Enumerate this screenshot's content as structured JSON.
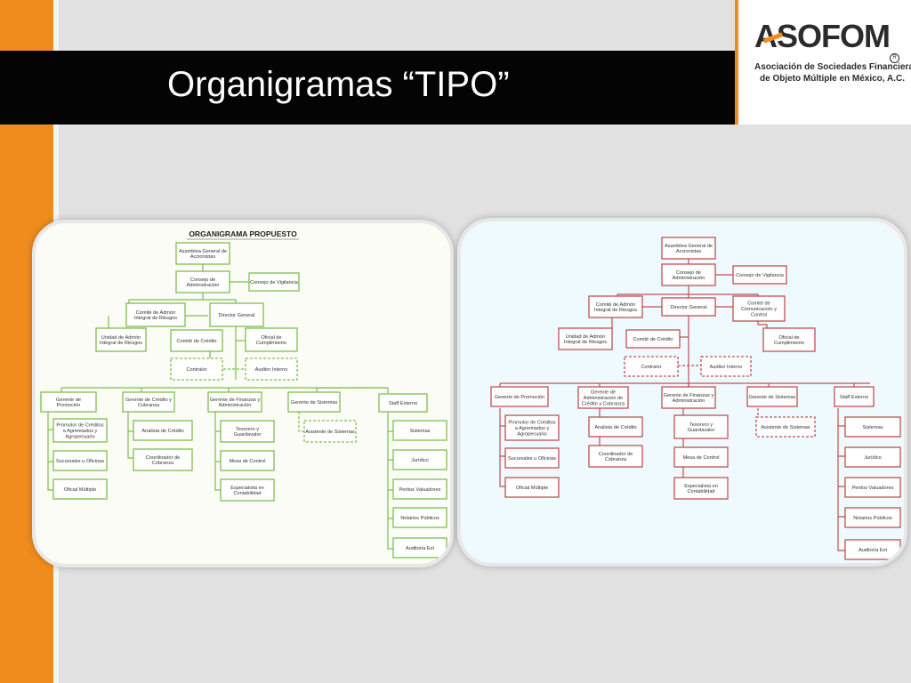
{
  "slide": {
    "title": "Organigramas “TIPO”"
  },
  "logo": {
    "word": "ASOFOM",
    "line1": "Asociación de Sociedades Financieras",
    "line2": "de Objeto Múltiple en México, A.C.",
    "registered": "R"
  },
  "colors": {
    "accent": "#f08c1e",
    "title_bar": "#040404",
    "left_line": "#7cbf4a",
    "right_line": "#c0504d"
  },
  "left_chart": {
    "heading": "ORGANIGRAMA PROPUESTO",
    "asamblea": [
      "Asamblea General de",
      "Accionistas"
    ],
    "consejo_admin": [
      "Consejo de",
      "Administración"
    ],
    "consejo_vigilancia": "Consejo de Vigilancia",
    "comite_admin": [
      "Comité de Admón",
      "Integral de Riesgos"
    ],
    "director": "Director General",
    "unidad": [
      "Unidad de Admón",
      "Integral de Riesgos"
    ],
    "comite_credito": "Comité de Crédito",
    "oficial": [
      "Oficial de",
      "Cumplimiento"
    ],
    "contralor": "Contralor",
    "auditor": "Auditor Interno",
    "g_promocion": [
      "Gerente de",
      "Promoción"
    ],
    "g_credito": [
      "Gerente de Crédito y",
      "Cobranza"
    ],
    "g_finanzas": [
      "Gerente de Finanzas y",
      "Administración"
    ],
    "g_sistemas": "Gerente de Sistemas",
    "staff": "Staff Externo",
    "promotor": [
      "Promotor de Créditos",
      "a Agremiados y",
      "Agropecuario"
    ],
    "sucursales": "Sucursales u Oficinas",
    "oficial_multiple": "Oficial Múltiple",
    "analista": "Analista de Crédito",
    "coordinador": [
      "Coordinador de",
      "Cobranza"
    ],
    "tesorero": [
      "Tesorero y",
      "Guardavalor"
    ],
    "mesa": "Mesa de Control",
    "especialista": [
      "Especialista en",
      "Contabilidad"
    ],
    "asistente": "Asistente de Sistemas",
    "sistemas": "Sistemas",
    "juridico": "Jurídico",
    "peritos": "Peritos Valuadores",
    "notarios": "Notarios Públicos",
    "auditoria": "Auditoría Ext"
  },
  "right_chart": {
    "asamblea": [
      "Asamblea General de",
      "Accionistas"
    ],
    "consejo_admin": [
      "Consejo de",
      "Administración"
    ],
    "consejo_vigilancia": "Consejo de Vigilancia",
    "comite_admin": [
      "Comité de Admón",
      "Integral de Riesgos"
    ],
    "director": "Director General",
    "comite_comunicacion": [
      "Comité de",
      "Comunicación y",
      "Control"
    ],
    "unidad": [
      "Unidad de Admón",
      "Integral de Riesgos"
    ],
    "comite_credito": "Comité de Crédito",
    "oficial": [
      "Oficial de",
      "Cumplimiento"
    ],
    "contralor": "Contralor",
    "auditor": "Auditor Interno",
    "g_promocion": "Gerente de Promoción",
    "g_admin_credito": [
      "Gerente de",
      "Administración de",
      "Crédito y Cobranza"
    ],
    "g_finanzas": [
      "Gerente de Finanzas y",
      "Administración"
    ],
    "g_sistemas": "Gerente de Sistemas",
    "staff": "Staff Externo",
    "promotor": [
      "Promotor de Créditos",
      "a Agremiados y",
      "Agropecuario"
    ],
    "sucursales": "Sucursales u Oficinas",
    "oficial_multiple": "Oficial Múltiple",
    "analista": "Analista de Crédito",
    "coordinador": [
      "Coordinador de",
      "Cobranza"
    ],
    "tesorero": [
      "Tesorero y",
      "Guardavalor"
    ],
    "mesa": "Mesa de Control",
    "especialista": [
      "Especialista en",
      "Contabilidad"
    ],
    "asistente": "Asistente de Sistemas",
    "sistemas": "Sistemas",
    "juridico": "Jurídico",
    "peritos": "Peritos Valuadores",
    "notarios": "Notarios Públicos",
    "auditoria": "Auditoría Ext"
  }
}
